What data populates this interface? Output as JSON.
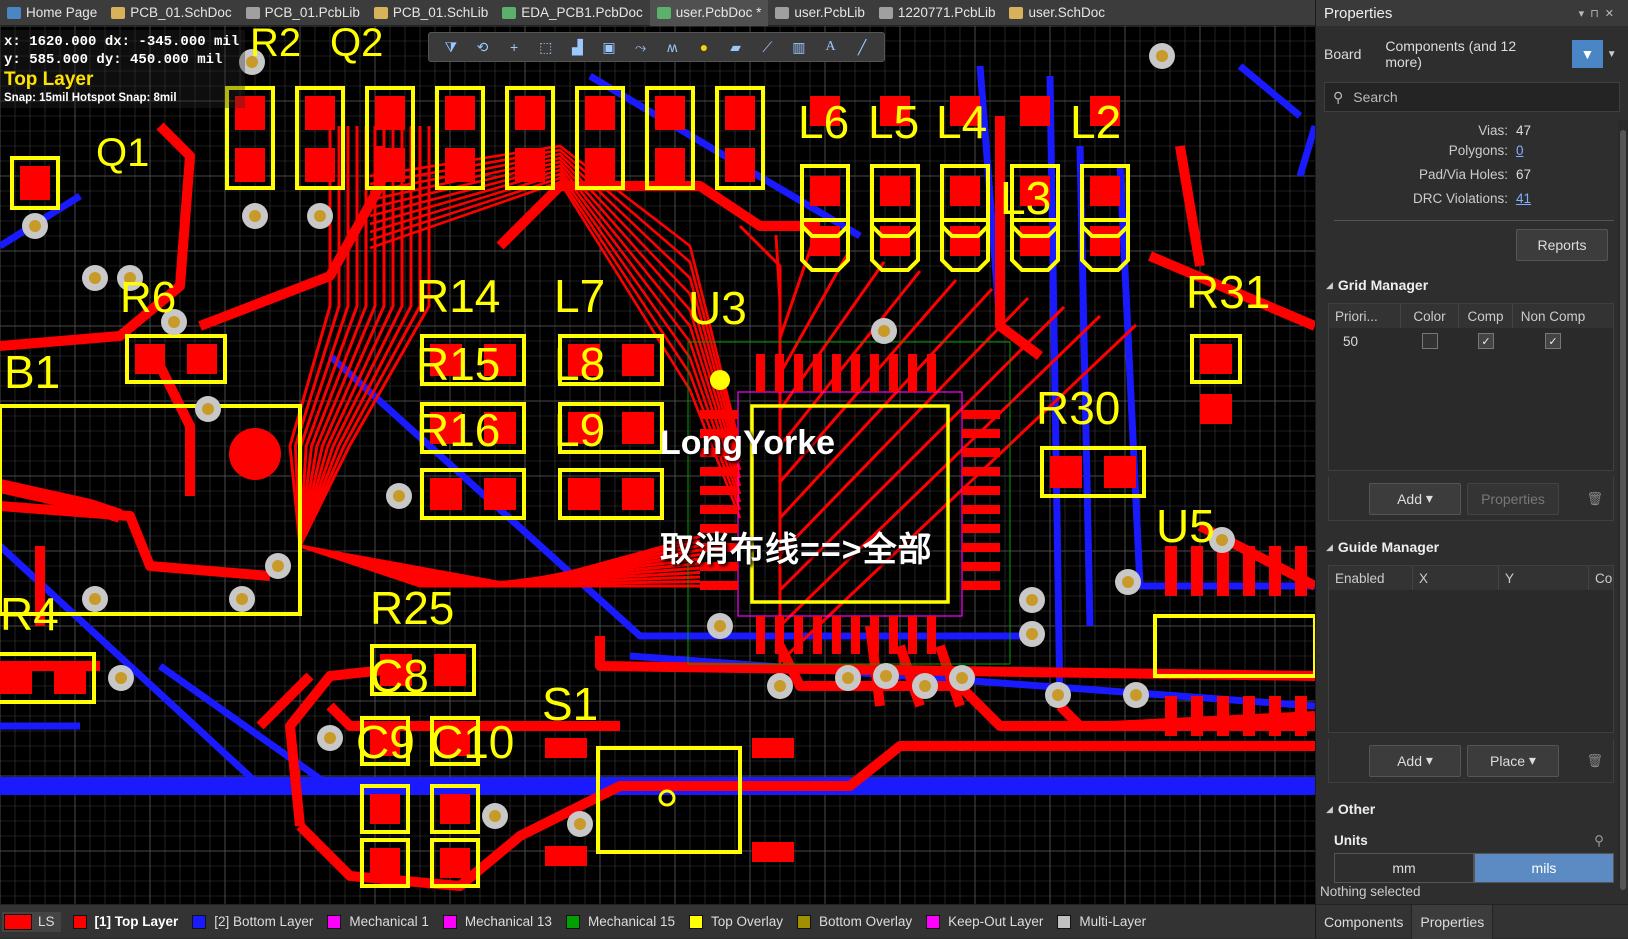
{
  "tabs": [
    {
      "label": "Home Page",
      "icon": "home-icon",
      "color": "#4a86c5"
    },
    {
      "label": "PCB_01.SchDoc",
      "icon": "schdoc-icon",
      "color": "#d8b25a"
    },
    {
      "label": "PCB_01.PcbLib",
      "icon": "pcblib-icon",
      "color": "#a0a0a0"
    },
    {
      "label": "PCB_01.SchLib",
      "icon": "schlib-icon",
      "color": "#d8b25a"
    },
    {
      "label": "EDA_PCB1.PcbDoc",
      "icon": "pcbdoc-icon",
      "color": "#5bb06a"
    },
    {
      "label": "user.PcbDoc *",
      "icon": "pcbdoc-icon",
      "color": "#5bb06a"
    },
    {
      "label": "user.PcbLib",
      "icon": "pcblib-icon",
      "color": "#a0a0a0"
    },
    {
      "label": "1220771.PcbLib",
      "icon": "pcblib-icon",
      "color": "#a0a0a0"
    },
    {
      "label": "user.SchDoc",
      "icon": "schdoc-icon",
      "color": "#d8b25a"
    }
  ],
  "active_tab": 5,
  "coords": {
    "line1": "x:  1620.000   dx:  -345.000 mil",
    "line2": "y:   585.000   dy:   450.000 mil",
    "layer": "Top Layer",
    "snap": "Snap: 15mil Hotspot Snap: 8mil"
  },
  "toolbar_icons": [
    "filter-icon",
    "route-icon",
    "plus-icon",
    "select-rect-icon",
    "align-icon",
    "place-component-icon",
    "interactive-route-icon",
    "diff-pair-icon",
    "via-icon",
    "polygon-icon",
    "dimension-icon",
    "chart-icon",
    "text-icon",
    "line-icon"
  ],
  "overlay": {
    "title": "LongYorke",
    "caption": "取消布线==>全部"
  },
  "designators": [
    "B1",
    "R6",
    "R14",
    "L7",
    "U3",
    "L6",
    "L5",
    "L4",
    "L2",
    "L3",
    "R15",
    "L8",
    "R16",
    "L9",
    "R30",
    "R31",
    "U5",
    "R25",
    "C8",
    "C9",
    "C10",
    "S1",
    "R4",
    "Q1",
    "R2",
    "Q2"
  ],
  "layers": [
    {
      "label": "LS",
      "color": "#ff0000"
    },
    {
      "label": "[1] Top Layer",
      "color": "#ff0000",
      "active": true
    },
    {
      "label": "[2] Bottom Layer",
      "color": "#1a1aff"
    },
    {
      "label": "Mechanical 1",
      "color": "#ff00ff"
    },
    {
      "label": "Mechanical 13",
      "color": "#ff00ff"
    },
    {
      "label": "Mechanical 15",
      "color": "#00a000"
    },
    {
      "label": "Top Overlay",
      "color": "#ffff00"
    },
    {
      "label": "Bottom Overlay",
      "color": "#a09000"
    },
    {
      "label": "Keep-Out Layer",
      "color": "#ff00ff"
    },
    {
      "label": "Multi-Layer",
      "color": "#c0c0c0"
    }
  ],
  "panel": {
    "title": "Properties",
    "board_label": "Board",
    "components_label": "Components (and 12 more)",
    "search_placeholder": "Search",
    "stats": [
      {
        "k": "Vias:",
        "v": "47",
        "link": false
      },
      {
        "k": "Polygons:",
        "v": "0",
        "link": true
      },
      {
        "k": "Pad/Via Holes:",
        "v": "67",
        "link": false
      },
      {
        "k": "DRC Violations:",
        "v": "41",
        "link": true
      }
    ],
    "reports": "Reports",
    "grid_manager": {
      "title": "Grid Manager",
      "cols": [
        "Priori...",
        "Color",
        "Comp",
        "Non Comp"
      ],
      "row": {
        "priority": "50"
      },
      "add": "Add",
      "properties": "Properties"
    },
    "guide_manager": {
      "title": "Guide Manager",
      "cols": [
        "Enabled",
        "X",
        "Y",
        "Co"
      ],
      "add": "Add",
      "place": "Place"
    },
    "other": {
      "title": "Other",
      "units_label": "Units",
      "units": [
        "mm",
        "mils"
      ],
      "selected_unit": "mils"
    },
    "status": "Nothing selected",
    "bottom_tabs": [
      "Components",
      "Properties"
    ]
  }
}
